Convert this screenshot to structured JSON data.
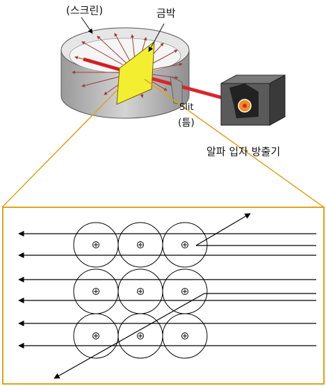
{
  "labels": {
    "screen": "(스크린)",
    "gold_foil": "금박",
    "slit_en": "Slit",
    "slit_kr": "(틈)",
    "emitter": "알파 입자 방출기"
  },
  "colors": {
    "cylinder_fill": "#bdbdbd",
    "cylinder_dark": "#8a8a8a",
    "foil": "#f3ee2f",
    "beam": "#d9262b",
    "scatter_arrow": "#a23b3b",
    "connector": "#e0a21b",
    "emitter_box": "#4a4a4a",
    "emitter_core": "#f28c1b",
    "line": "#000000"
  },
  "icons": {
    "nucleus": "circle-plus-icon",
    "scatter": "arrow-icon"
  },
  "atom_grid": {
    "rows": 3,
    "cols": 3
  },
  "paths": [
    {
      "row": 0,
      "type": "back"
    },
    {
      "row": 0,
      "type": "deflect-up"
    },
    {
      "row": 1,
      "type": "back"
    },
    {
      "row": 1,
      "type": "deflect-down"
    },
    {
      "row": 2,
      "type": "back"
    },
    {
      "row": 3,
      "type": "back"
    },
    {
      "row": 4,
      "type": "back"
    },
    {
      "row": 5,
      "type": "back"
    }
  ]
}
